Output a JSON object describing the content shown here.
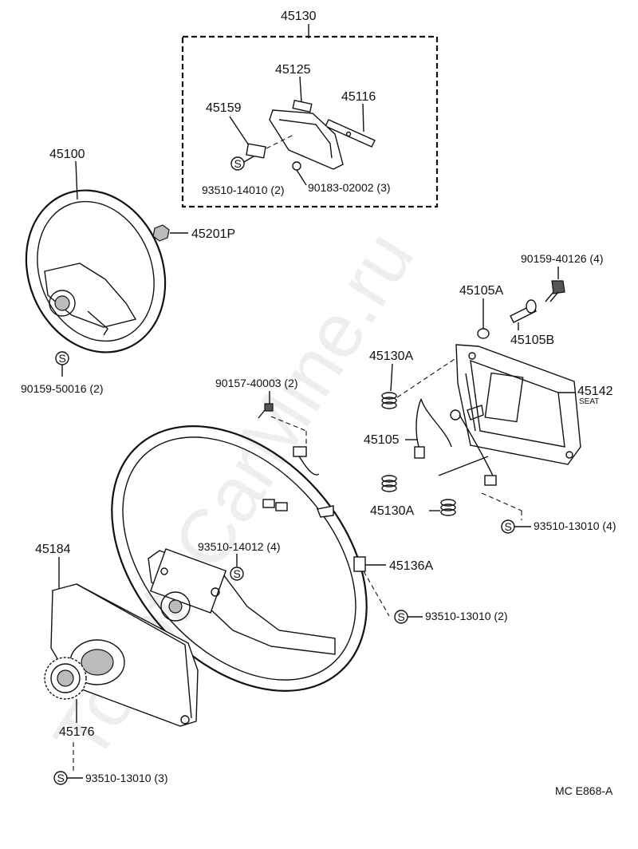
{
  "watermark": "ToyotaCarMine.ru",
  "diagram_code": "MC  E868-A",
  "parts": {
    "p45130": "45130",
    "p45125": "45125",
    "p45116": "45116",
    "p45159": "45159",
    "p93510_14010": "93510-14010 (2)",
    "p90183_02002": "90183-02002 (3)",
    "p45100": "45100",
    "p45201P": "45201P",
    "p90159_50016": "90159-50016 (2)",
    "p90159_40126": "90159-40126 (4)",
    "p45105A": "45105A",
    "p45105B": "45105B",
    "p45130A_top": "45130A",
    "p45142": "45142",
    "p45142_note": "SEAT",
    "p90157_40003": "90157-40003 (2)",
    "p45105": "45105",
    "p45130A_bottom": "45130A",
    "p93510_13010_4": "93510-13010 (4)",
    "p45184": "45184",
    "p93510_14012": "93510-14012 (4)",
    "p45136A": "45136A",
    "p93510_13010_2": "93510-13010 (2)",
    "p45176": "45176",
    "p93510_13010_3": "93510-13010 (3)"
  },
  "symbols": {
    "s_mark": "S"
  }
}
